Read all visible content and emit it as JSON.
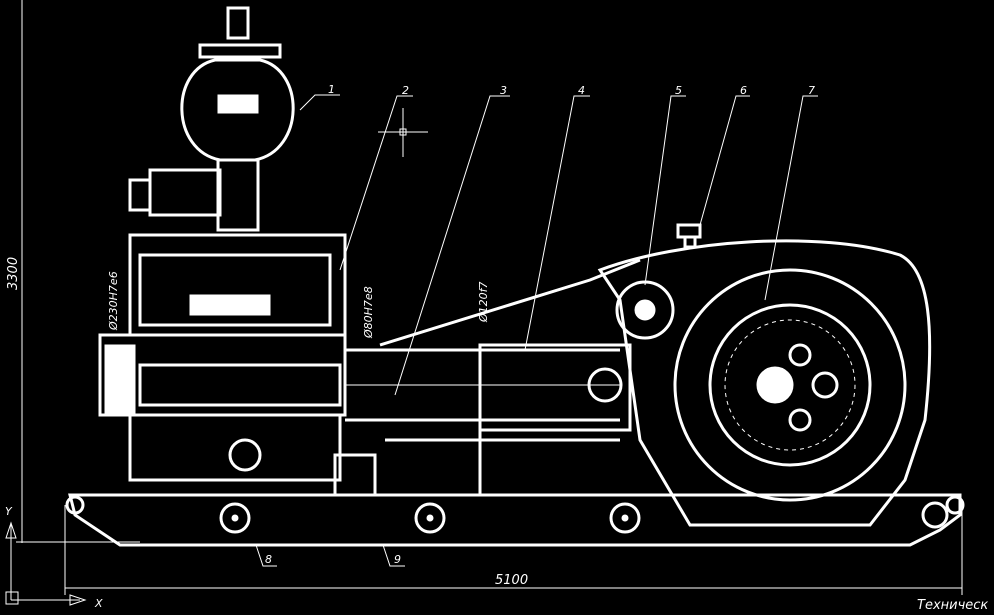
{
  "drawing": {
    "title_fragment": "Техническ",
    "dimensions": {
      "height": "3300",
      "width": "5100"
    },
    "tolerances": {
      "left": "Ø230H7e6",
      "middle": "Ø80H7e8",
      "right": "Ø120f7"
    },
    "callouts": [
      "1",
      "2",
      "3",
      "4",
      "5",
      "6",
      "7",
      "8",
      "9"
    ],
    "ucs": {
      "x_label": "X",
      "y_label": "Y"
    }
  }
}
